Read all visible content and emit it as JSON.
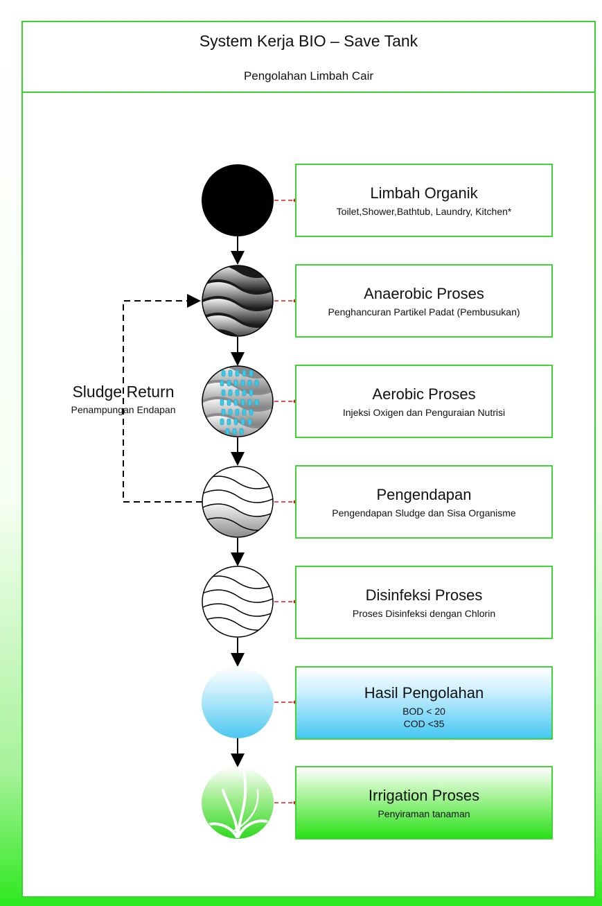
{
  "header": {
    "title": "System Kerja BIO – Save Tank",
    "subtitle": "Pengolahan Limbah Cair"
  },
  "stages": [
    {
      "title": "Limbah Organik",
      "desc": "Toilet,Shower,Bathtub, Laundry, Kitchen*"
    },
    {
      "title": "Anaerobic Proses",
      "desc": "Penghancuran Partikel Padat (Pembusukan)"
    },
    {
      "title": "Aerobic Proses",
      "desc": "Injeksi Oxigen dan Penguraian Nutrisi"
    },
    {
      "title": "Pengendapan",
      "desc": "Pengendapan Sludge dan Sisa Organisme"
    },
    {
      "title": "Disinfeksi Proses",
      "desc": "Proses Disinfeksi dengan Chlorin"
    },
    {
      "title": "Hasil Pengolahan",
      "desc": "BOD < 20",
      "desc2": "COD <35"
    },
    {
      "title": "Irrigation Proses",
      "desc": "Penyiraman tanaman"
    }
  ],
  "sludge_return": {
    "title": "Sludge Return",
    "subtitle": "Penampungan Endapan"
  },
  "colors": {
    "frame_green": "#38d12d",
    "connector_red": "#e0161c",
    "water_blue": "#45c7f2",
    "bubble_cyan": "#3cc8e8",
    "plant_green": "#29e017"
  }
}
